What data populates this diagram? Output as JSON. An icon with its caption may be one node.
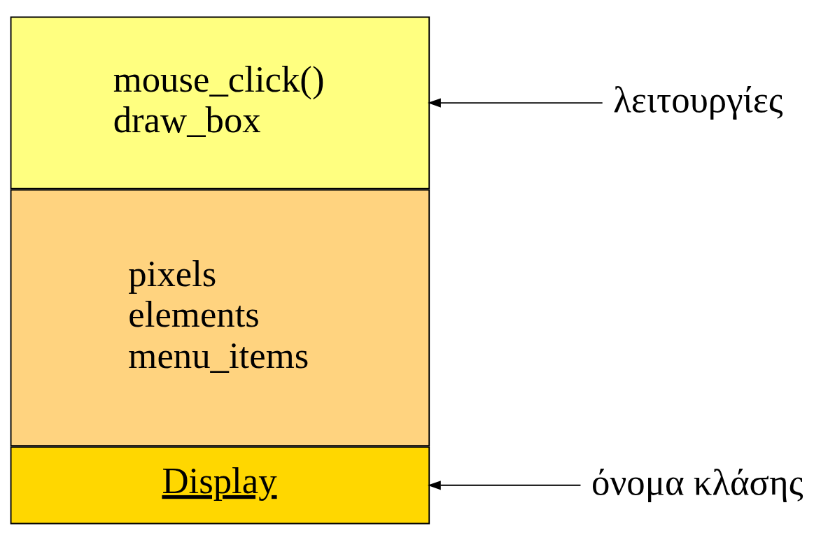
{
  "diagram": {
    "nodes": [
      {
        "text": [
          "Display"
        ]
      },
      {
        "text": [
          "pixels",
          "elements",
          "menu_items"
        ]
      },
      {
        "text": [
          "mouse_click()",
          "draw_box"
        ]
      },
      {
        "text": [
          "όνομα κλάσης"
        ]
      },
      {
        "text": [
          "λειτουργίες"
        ]
      }
    ],
    "edges": [
      {
        "from": 3,
        "to": 0,
        "arrow": "to"
      },
      {
        "from": 4,
        "to": 2,
        "arrow": "to"
      }
    ]
  }
}
